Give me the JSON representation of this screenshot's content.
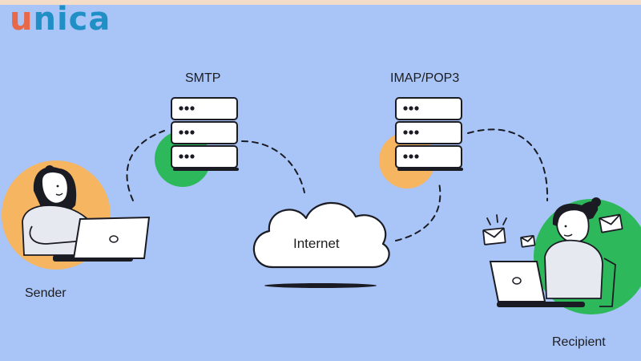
{
  "brand": {
    "logo_first": "u",
    "logo_rest": "nica"
  },
  "labels": {
    "smtp": "SMTP",
    "imap": "IMAP/POP3",
    "internet": "Internet",
    "sender": "Sender",
    "recipient": "Recipient"
  },
  "colors": {
    "background": "#a9c5f7",
    "green_accent": "#2eb85c",
    "orange_accent": "#f5b561",
    "outline": "#1b1b24"
  }
}
